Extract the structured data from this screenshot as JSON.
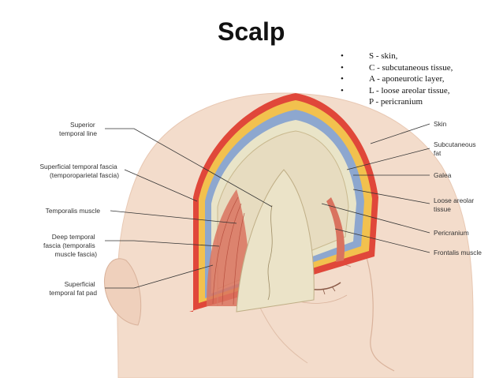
{
  "title": "Scalp",
  "legend": [
    {
      "bullet": "•",
      "text": "S - skin,"
    },
    {
      "bullet": "•",
      "text": "C - subcutaneous tissue,"
    },
    {
      "bullet": "•",
      "text": "A - aponeurotic layer,"
    },
    {
      "bullet": "•",
      "text": "L - loose areolar tissue,"
    },
    {
      "bullet": "•",
      "text": "P - pericranium"
    }
  ],
  "left_labels": {
    "superior_temporal_line": [
      "Superior",
      "temporal line"
    ],
    "superficial_temporal_fascia": [
      "Superficial temporal fascia",
      "(temporoparietal fascia)"
    ],
    "temporalis_muscle": [
      "Temporalis muscle"
    ],
    "deep_temporal_fascia": [
      "Deep temporal",
      "fascia (temporalis",
      "muscle fascia)"
    ],
    "superficial_temporal_fat_pad": [
      "Superficial",
      "temporal fat pad"
    ]
  },
  "right_labels": {
    "skin": [
      "Skin"
    ],
    "subcutaneous_fat": [
      "Subcutaneous",
      "fat"
    ],
    "galea": [
      "Galea"
    ],
    "loose_areolar_tissue": [
      "Loose areolar",
      "tissue"
    ],
    "pericranium": [
      "Pericranium"
    ],
    "frontalis_muscle": [
      "Frontalis muscle"
    ]
  },
  "colors": {
    "skin_tone": "#f3dccb",
    "skin_layer": "#e0473a",
    "fat_layer": "#f2c14e",
    "galea_layer": "#8da7cf",
    "areolar_layer": "#e9e4c8",
    "bone": "#e7dcc0",
    "muscle": "#d9735f"
  }
}
